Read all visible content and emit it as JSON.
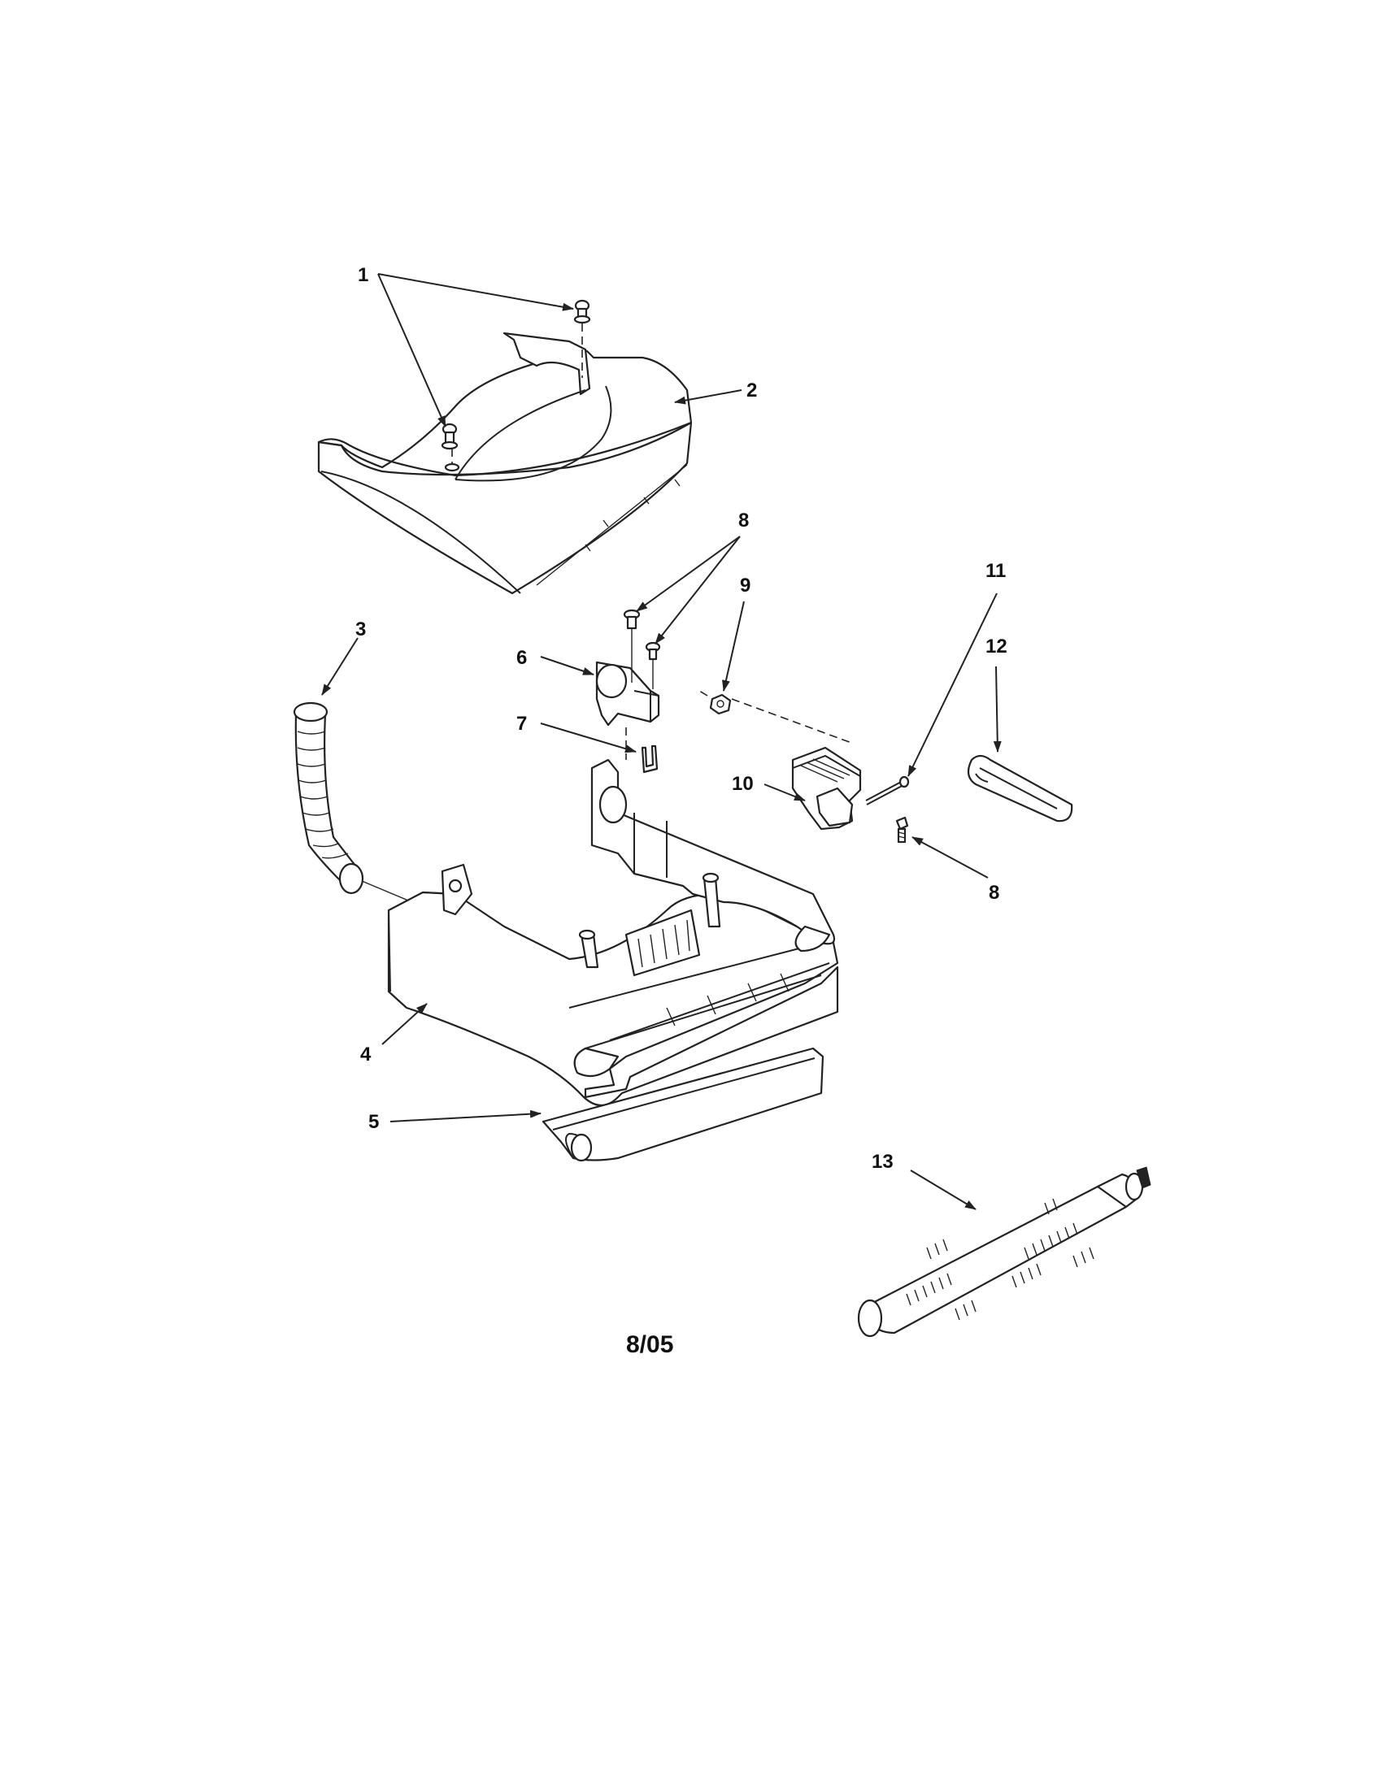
{
  "diagram": {
    "callouts": [
      {
        "id": "c1",
        "label": "1"
      },
      {
        "id": "c2",
        "label": "2"
      },
      {
        "id": "c3",
        "label": "3"
      },
      {
        "id": "c4",
        "label": "4"
      },
      {
        "id": "c5",
        "label": "5"
      },
      {
        "id": "c6",
        "label": "6"
      },
      {
        "id": "c7",
        "label": "7"
      },
      {
        "id": "c8a",
        "label": "8"
      },
      {
        "id": "c8b",
        "label": "8"
      },
      {
        "id": "c9",
        "label": "9"
      },
      {
        "id": "c10",
        "label": "10"
      },
      {
        "id": "c11",
        "label": "11"
      },
      {
        "id": "c12",
        "label": "12"
      },
      {
        "id": "c13",
        "label": "13"
      }
    ],
    "footer": "8/05",
    "colors": {
      "ink": "#222222",
      "background": "#ffffff"
    }
  }
}
